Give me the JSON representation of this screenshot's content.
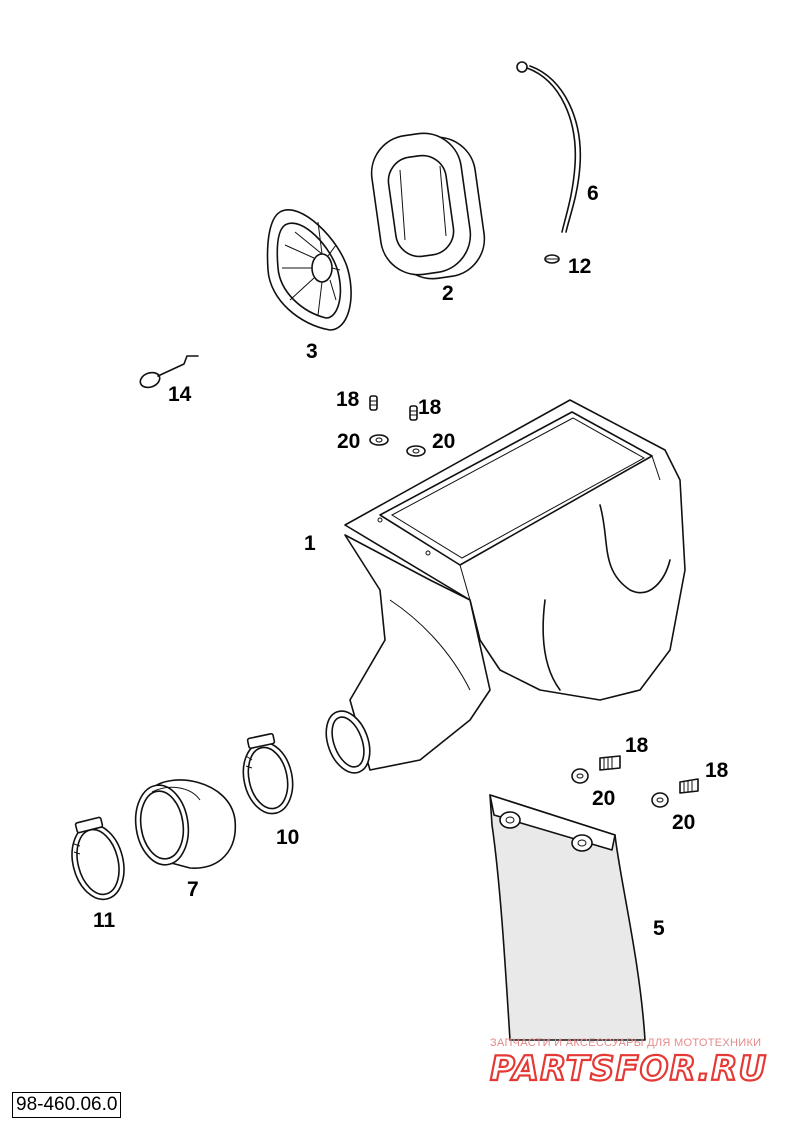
{
  "callouts": {
    "p1": "1",
    "p2": "2",
    "p3": "3",
    "p5": "5",
    "p6": "6",
    "p7": "7",
    "p10": "10",
    "p11": "11",
    "p12": "12",
    "p14": "14",
    "p18a": "18",
    "p18b": "18",
    "p18c": "18",
    "p18d": "18",
    "p20a": "20",
    "p20b": "20",
    "p20c": "20",
    "p20d": "20"
  },
  "drawing_number": "98-460.06.0",
  "watermark": {
    "tagline": "ЗАПЧАСТИ И АКСЕССУАРЫ ДЛЯ МОТОТЕХНИКИ",
    "brand": "PARTSFOR.RU",
    "color": "#e53935"
  }
}
